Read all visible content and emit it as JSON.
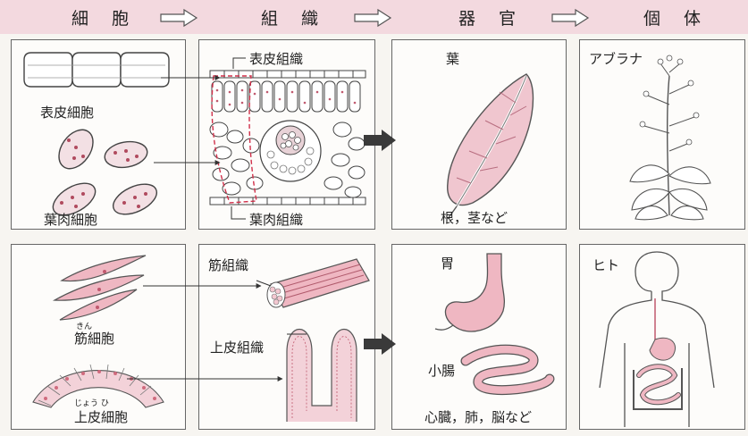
{
  "header": {
    "stages": [
      "細 胞",
      "組 織",
      "器 官",
      "個 体"
    ]
  },
  "plant": {
    "cells": {
      "epidermal": "表皮細胞",
      "mesophyll": "葉肉細胞"
    },
    "tissues": {
      "epidermal": "表皮組織",
      "mesophyll": "葉肉組織"
    },
    "organ": {
      "name": "葉",
      "others": "根，茎など"
    },
    "individual": "アブラナ"
  },
  "animal": {
    "cells": {
      "muscle": "筋細胞",
      "muscle_ruby": "きん",
      "epithelial": "上皮細胞",
      "epithelial_ruby": "じょう ひ"
    },
    "tissues": {
      "muscle": "筋組織",
      "epithelial": "上皮組織"
    },
    "organ": {
      "stomach": "胃",
      "intestine": "小腸",
      "others": "心臓，肺，脳など"
    },
    "individual": "ヒト"
  },
  "colors": {
    "header_bg": "#f3d9df",
    "pink_light": "#f6dde3",
    "pink_mid": "#eab4c0",
    "pink_dark": "#d58a9a",
    "arrow": "#3a3a3a"
  }
}
